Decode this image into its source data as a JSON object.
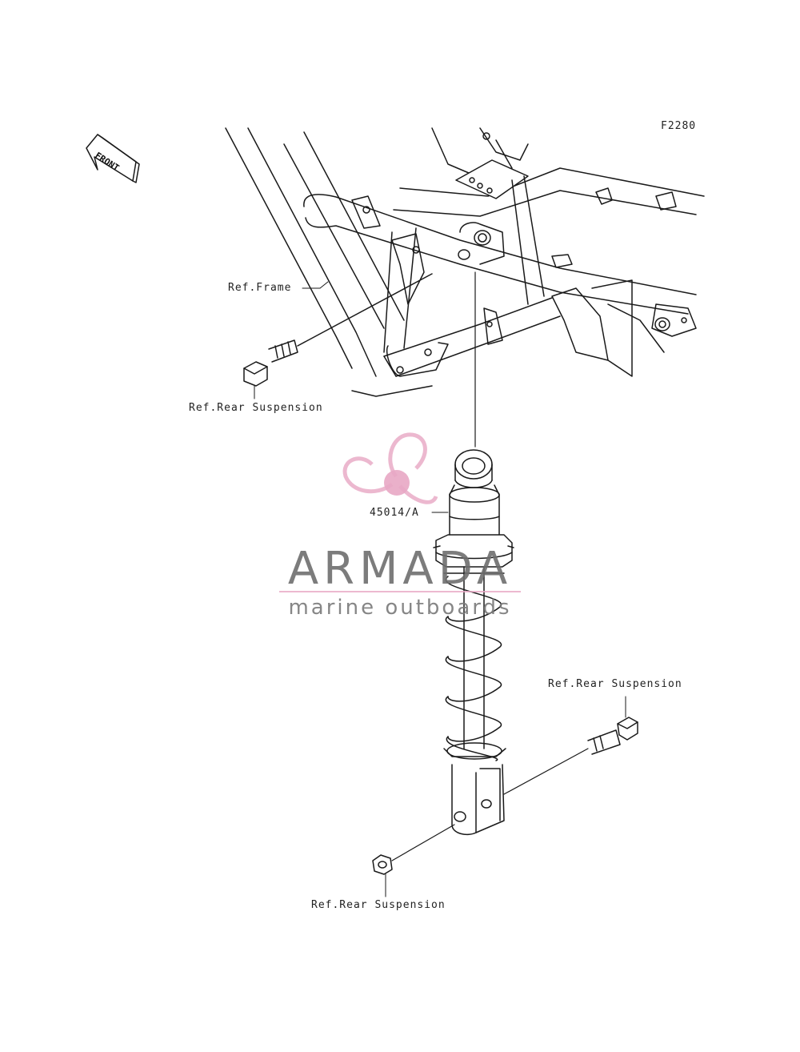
{
  "diagram": {
    "code": "F2280",
    "front_label": "FRONT",
    "labels": {
      "frame": "Ref.Frame",
      "rear_suspension_top": "Ref.Rear Suspension",
      "part_number": "45014/A",
      "rear_suspension_right": "Ref.Rear Suspension",
      "rear_suspension_bottom": "Ref.Rear Suspension"
    }
  },
  "watermark": {
    "brand": "ARMADA",
    "tagline": "marine outboards",
    "color": "#e8a7c4"
  }
}
